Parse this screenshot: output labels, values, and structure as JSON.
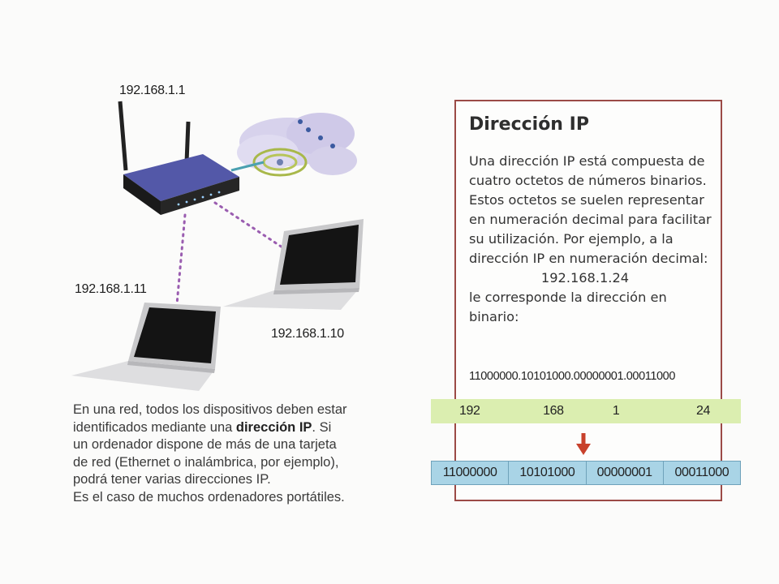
{
  "network": {
    "router_ip": "192.168.1.1",
    "laptop_left_ip": "192.168.1.11",
    "laptop_right_ip": "192.168.1.10"
  },
  "caption": {
    "part1": "En una red, todos los dispositivos deben estar identificados mediante una ",
    "bold": "dirección IP",
    "part2": ". Si un ordenador dispone de más de una tarjeta de red (Ethernet o inalámbrica, por ejemplo), podrá tener varias direcciones IP.",
    "part3": "Es el caso de muchos ordenadores portátiles."
  },
  "box": {
    "title": "Dirección IP",
    "paragraph": "Una dirección IP está compuesta de cuatro octetos de números binarios. Estos octetos se suelen representar en numeración decimal para facilitar su utilización. Por ejemplo, a la dirección IP en numeración decimal:",
    "example_decimal": "192.168.1.24",
    "paragraph2": "le corresponde la dirección en binario:",
    "example_binary": "11000000.10101000.00000001.00011000"
  },
  "decimal_octets": [
    "192",
    "168",
    "1",
    "24"
  ],
  "binary_octets": [
    "11000000",
    "10101000",
    "00000001",
    "00011000"
  ],
  "colors": {
    "box_border": "#9b4a46",
    "decimal_row": "#dbeeb0",
    "binary_row": "#a9d4e6",
    "arrow": "#c8412c"
  }
}
